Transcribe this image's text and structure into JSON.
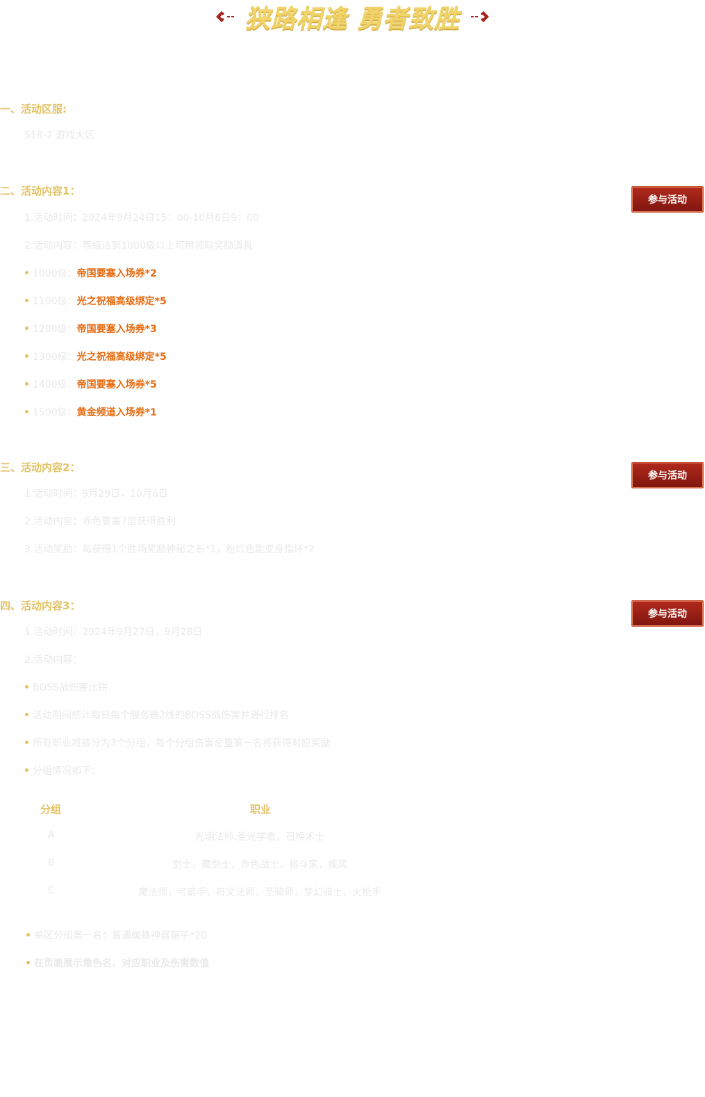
{
  "header": {
    "title": "狭路相逢 勇者致胜"
  },
  "colors": {
    "gold": "#e3c263",
    "reward": "#e66a0f",
    "button": "#9a1f14"
  },
  "section1": {
    "title": "一、活动区服:",
    "server": "S18-2 游戏大区"
  },
  "section2": {
    "title": "二、活动内容1：",
    "button": "参与活动",
    "time": "1.活动时间：2024年9月24日15：00-10月8日9：00",
    "content": "2.活动内容：等级达到1000级以上可用领取奖励道具",
    "rewards": [
      {
        "level": "1000级：",
        "item": "帝国要塞入场券*2"
      },
      {
        "level": "1100级：",
        "item": "光之祝福高级绑定*5"
      },
      {
        "level": "1200级：",
        "item": "帝国要塞入场券*3"
      },
      {
        "level": "1300级：",
        "item": "光之祝福高级绑定*5"
      },
      {
        "level": "1400级：",
        "item": "帝国要塞入场券*5"
      },
      {
        "level": "1500级：",
        "item": "黄金频道入场券*1"
      }
    ]
  },
  "section3": {
    "title": "三、活动内容2：",
    "button": "参与活动",
    "time": "1.活动时间：9月29日，10月6日",
    "content": "2.活动内容：赤色要塞7层获得胜利",
    "reward": "3.活动奖励：每获得1个胜场奖励神秘之石*1，粉红色能变身指环*2"
  },
  "section4": {
    "title": "四、活动内容3：",
    "button": "参与活动",
    "time": "1.活动时间：2024年9月27日，9月28日",
    "content": "2.活动内容：",
    "bullets": [
      "BOSS战伤害比拼",
      "活动期间统计每日每个服务器2线的BOSS战伤害并进行排名",
      "所有职业将被分为3个分组，每个分组伤害总量第一名将获得对应奖励",
      "分组情况如下："
    ],
    "table": {
      "headers": [
        "分组",
        "职业"
      ],
      "rows": [
        [
          "A",
          "光明法师,圣光学者，召唤术士"
        ],
        [
          "B",
          "剑士，魔剑士，赤色战士，格斗家，疾风"
        ],
        [
          "C",
          "魔法师，弓箭手，符文法师，圣骑师，梦幻骑士，火枪手"
        ]
      ]
    },
    "after_bullets": [
      "单区分组第一名：普通蜘蛛神器箱子*20",
      "在页面展示角色名、对应职业及伤害数值"
    ]
  }
}
